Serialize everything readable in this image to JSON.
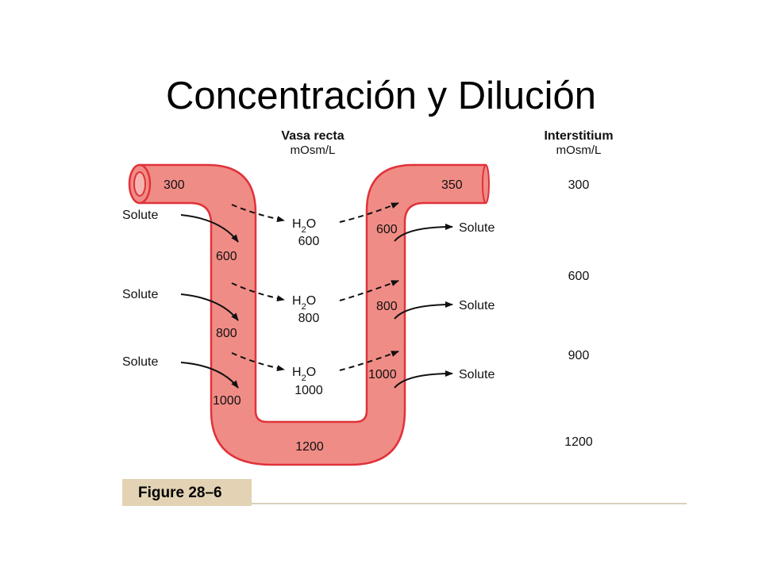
{
  "title": "Concentración y Dilución",
  "vasa_recta": {
    "heading": "Vasa recta",
    "unit": "mOsm/L"
  },
  "interstitium": {
    "heading": "Interstitium",
    "unit": "mOsm/L",
    "values": [
      "300",
      "600",
      "900",
      "1200"
    ]
  },
  "vessel": {
    "inlet": "300",
    "outlet": "350",
    "descending": [
      "600",
      "800",
      "1000"
    ],
    "bottom": "1200",
    "ascending": [
      "600",
      "800",
      "1000"
    ]
  },
  "water_rows": [
    {
      "h2o": "H",
      "sub2": "2",
      "o": "O",
      "value": "600"
    },
    {
      "h2o": "H",
      "sub2": "2",
      "o": "O",
      "value": "800"
    },
    {
      "h2o": "H",
      "sub2": "2",
      "o": "O",
      "value": "1000"
    }
  ],
  "solute_label": "Solute",
  "figure_label": "Figure 28–6",
  "colors": {
    "vessel_fill": "#f08c86",
    "vessel_stroke": "#e0323a",
    "figure_bar": "#e3d3b4"
  }
}
